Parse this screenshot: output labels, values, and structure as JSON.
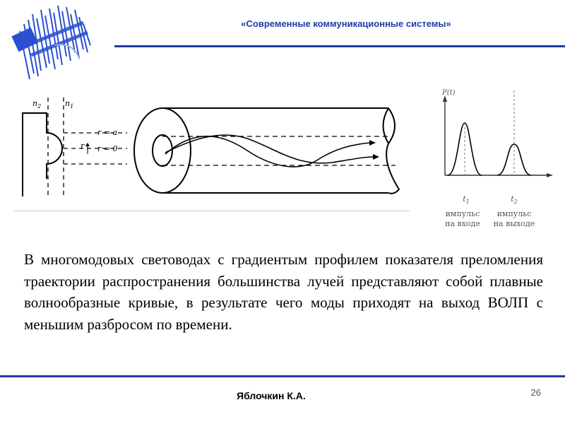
{
  "header": {
    "title": "«Современные коммуникационные системы»"
  },
  "figure": {
    "labels": {
      "n2": "n",
      "n2_sub": "2",
      "n1": "n",
      "n1_sub": "1",
      "r_a": "r = a",
      "r_0": "r = 0",
      "r": "r"
    }
  },
  "graph": {
    "y_label": "P(t)",
    "t1": "t",
    "t1_sub": "1",
    "t2": "t",
    "t2_sub": "2",
    "input_label_line1": "импульс",
    "input_label_line2": "на входе",
    "output_label_line1": "импульс",
    "output_label_line2": "на выходе"
  },
  "body": {
    "text": "В многомодовых световодах с градиентым профилем показателя преломления траектории распространения большинства лучей представляют собой плавные волнообразные кривые, в результате чего моды приходят на выход ВОЛП с меньшим разбросом по времени."
  },
  "footer": {
    "author": "Яблочкин К.А.",
    "page_number": "26"
  },
  "colors": {
    "accent": "#1f3ca6",
    "logo": "#2a4fd1"
  }
}
